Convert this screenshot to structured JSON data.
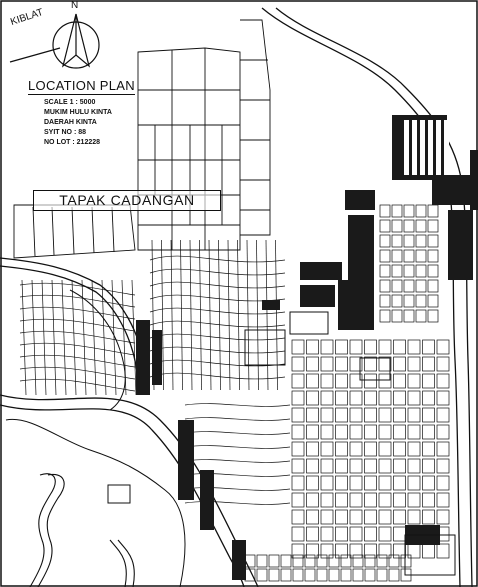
{
  "legend": {
    "kiblat": "KIBLAT",
    "north": "N",
    "title": "LOCATION PLAN",
    "scale": "SCALE 1 : 5000",
    "mukim": "MUKIM HULU KINTA",
    "daerah": "DAERAH KINTA",
    "sheet": "SYIT NO : 88",
    "lot": "NO LOT : 212228"
  },
  "site": {
    "label": "TAPAK CADANGAN"
  },
  "colors": {
    "ink": "#111111",
    "paper": "#ffffff",
    "fill": "#1a1a1a"
  }
}
